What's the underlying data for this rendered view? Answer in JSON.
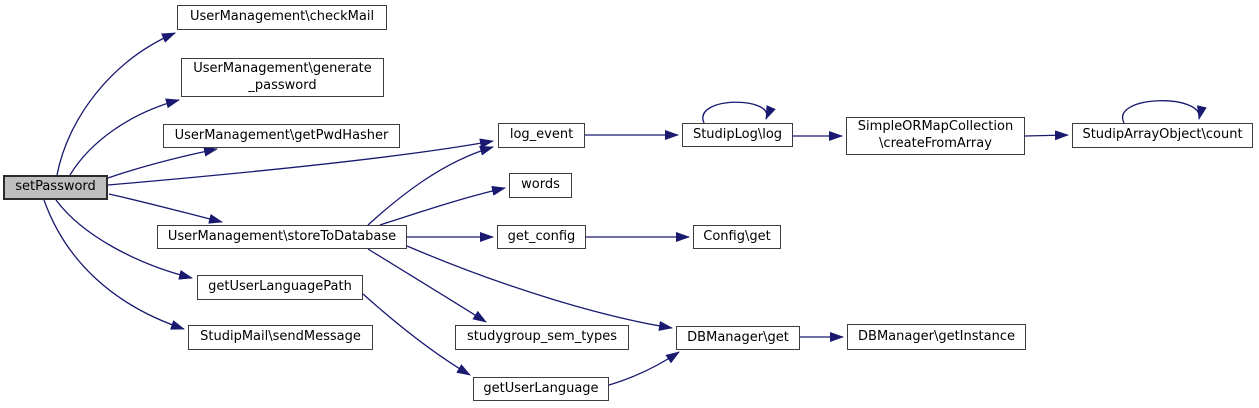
{
  "diagram": {
    "kind": "call-graph",
    "root_function": "setPassword",
    "background_color": "#ffffff",
    "edge_color": "#191970",
    "node_fill_color": "#ffffff",
    "node_border_color": "#3d3d3d",
    "highlight_fill_color": "#bfbfbf",
    "text_color": "#000000"
  },
  "nodes": [
    {
      "id": "setPassword",
      "label": "setPassword",
      "highlight": true
    },
    {
      "id": "checkMail",
      "label": "UserManagement\\checkMail"
    },
    {
      "id": "generatePassword",
      "label": "UserManagement\\generate\n_password"
    },
    {
      "id": "getPwdHasher",
      "label": "UserManagement\\getPwdHasher"
    },
    {
      "id": "logEvent",
      "label": "log_event"
    },
    {
      "id": "studipLogLog",
      "label": "StudipLog\\log"
    },
    {
      "id": "createFromArray",
      "label": "SimpleORMapCollection\n\\createFromArray"
    },
    {
      "id": "studipArrayCount",
      "label": "StudipArrayObject\\count"
    },
    {
      "id": "words",
      "label": "words"
    },
    {
      "id": "storeToDatabase",
      "label": "UserManagement\\storeToDatabase"
    },
    {
      "id": "getConfig",
      "label": "get_config"
    },
    {
      "id": "configGet",
      "label": "Config\\get"
    },
    {
      "id": "getUserLanguagePath",
      "label": "getUserLanguagePath"
    },
    {
      "id": "sendMessage",
      "label": "StudipMail\\sendMessage"
    },
    {
      "id": "studygroupSemTypes",
      "label": "studygroup_sem_types"
    },
    {
      "id": "dbManagerGet",
      "label": "DBManager\\get"
    },
    {
      "id": "getUserLanguage",
      "label": "getUserLanguage"
    },
    {
      "id": "dbManagerGetInstance",
      "label": "DBManager\\getInstance"
    }
  ],
  "edges": [
    {
      "from": "setPassword",
      "to": "checkMail"
    },
    {
      "from": "setPassword",
      "to": "generatePassword"
    },
    {
      "from": "setPassword",
      "to": "getPwdHasher"
    },
    {
      "from": "setPassword",
      "to": "logEvent"
    },
    {
      "from": "setPassword",
      "to": "storeToDatabase"
    },
    {
      "from": "setPassword",
      "to": "getUserLanguagePath"
    },
    {
      "from": "setPassword",
      "to": "sendMessage"
    },
    {
      "from": "storeToDatabase",
      "to": "logEvent"
    },
    {
      "from": "storeToDatabase",
      "to": "words"
    },
    {
      "from": "storeToDatabase",
      "to": "getConfig"
    },
    {
      "from": "storeToDatabase",
      "to": "studygroupSemTypes"
    },
    {
      "from": "storeToDatabase",
      "to": "dbManagerGet"
    },
    {
      "from": "logEvent",
      "to": "studipLogLog"
    },
    {
      "from": "studipLogLog",
      "to": "studipLogLog"
    },
    {
      "from": "studipLogLog",
      "to": "createFromArray"
    },
    {
      "from": "createFromArray",
      "to": "studipArrayCount"
    },
    {
      "from": "studipArrayCount",
      "to": "studipArrayCount"
    },
    {
      "from": "getConfig",
      "to": "configGet"
    },
    {
      "from": "getUserLanguagePath",
      "to": "getUserLanguage"
    },
    {
      "from": "getUserLanguage",
      "to": "dbManagerGet"
    },
    {
      "from": "dbManagerGet",
      "to": "dbManagerGetInstance"
    }
  ]
}
